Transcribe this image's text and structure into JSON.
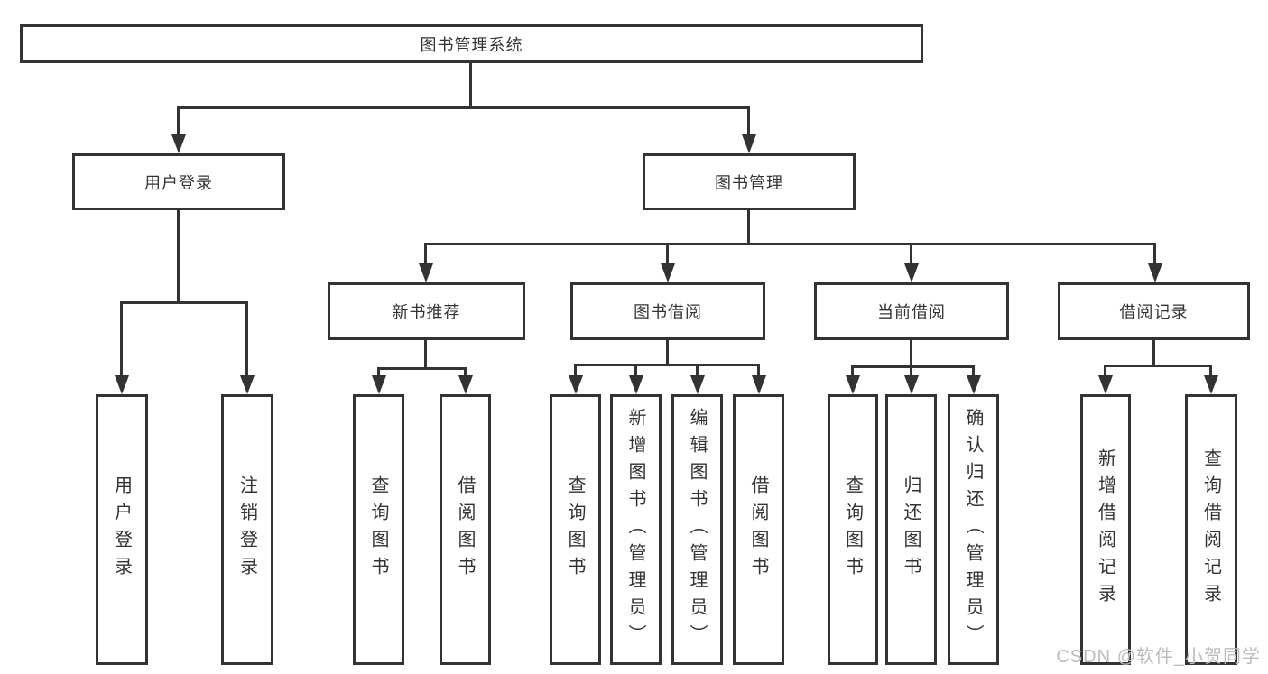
{
  "colors": {
    "line": "#333333",
    "text": "#333333",
    "background": "#ffffff",
    "watermark": "#bcbcbc"
  },
  "root": {
    "label": "图书管理系统"
  },
  "level2": {
    "user_login": "用户登录",
    "book_management": "图书管理"
  },
  "level3": {
    "new_book": "新书推荐",
    "book_borrow": "图书借阅",
    "current_borrow": "当前借阅",
    "borrow_records": "借阅记录"
  },
  "leaves": {
    "user_login": "用户登录",
    "logout": "注销登录",
    "nb_query": "查询图书",
    "nb_borrow": "借阅图书",
    "bb_query": "查询图书",
    "bb_add": "新增图书（管理员）",
    "bb_edit": "编辑图书（管理员）",
    "bb_borrow": "借阅图书",
    "cb_query": "查询图书",
    "cb_return": "归还图书",
    "cb_confirm": "确认归还（管理员）",
    "br_add": "新增借阅记录",
    "br_query": "查询借阅记录"
  },
  "watermark": {
    "text": "CSDN @软件_小贺同学"
  }
}
